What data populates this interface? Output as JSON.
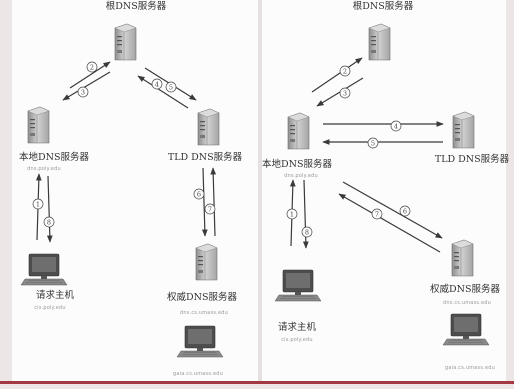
{
  "colors": {
    "page_background": "#ece6e6",
    "panel_background": "#fdfcfc",
    "panel_stripe": "#e7e0e1",
    "bottom_rule": "#a33a43",
    "arrow": "#3a3a3a",
    "server": "#b9b9b9",
    "monitor": "#5d5d5d"
  },
  "left_panel": {
    "root_server_label": "根DNS服务器",
    "local_server_label": "本地DNS服务器",
    "local_server_sub": "dns.poly.edu",
    "tld_server_label": "TLD DNS服务器",
    "auth_server_label": "权威DNS服务器",
    "auth_server_sub": "dns.cs.umass.edu",
    "host_label": "请求主机",
    "host_sub": "cis.poly.edu",
    "dest_host_sub": "gaia.cs.umass.edu",
    "step_labels": [
      "2",
      "3",
      "4",
      "5",
      "6",
      "7",
      "1",
      "8"
    ]
  },
  "right_panel": {
    "root_server_label": "根DNS服务器",
    "local_server_label": "本地DNS服务器",
    "local_server_sub": "dns.poly.edu",
    "tld_server_label": "TLD DNS服务器",
    "auth_server_label": "权威DNS服务器",
    "auth_server_sub": "dns.cs.umass.edu",
    "host_label": "请求主机",
    "host_sub": "cis.poly.edu",
    "dest_host_sub": "gaia.cs.umass.edu",
    "step_labels": [
      "2",
      "3",
      "4",
      "5",
      "7",
      "6",
      "1",
      "8"
    ]
  }
}
